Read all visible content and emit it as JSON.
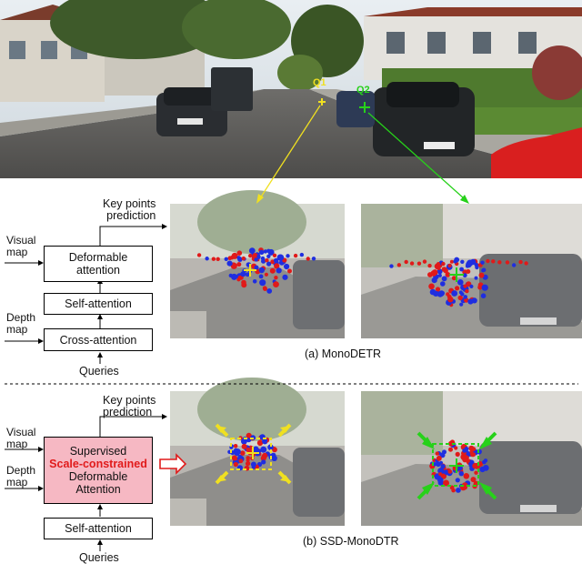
{
  "colors": {
    "q1": "#f0e020",
    "q2": "#27d11a",
    "dot_blue": "#1f2ee0",
    "dot_red": "#e01a1a",
    "ssd_fill": "#f6b8c3",
    "arrow_red": "#e01a1a"
  },
  "scene": {
    "q1_label": "Q1",
    "q2_label": "Q2"
  },
  "top_diagram": {
    "visual_map": [
      "Visual",
      "map"
    ],
    "depth_map": [
      "Depth",
      "map"
    ],
    "key_points": [
      "Key points",
      "prediction"
    ],
    "deformable": [
      "Deformable",
      "attention"
    ],
    "self_attention": "Self-attention",
    "cross_attention": "Cross-attention",
    "queries": "Queries",
    "caption": "(a) MonoDETR"
  },
  "bottom_diagram": {
    "visual_map": [
      "Visual",
      "map"
    ],
    "depth_map": [
      "Depth",
      "map"
    ],
    "key_points": [
      "Key points",
      "prediction"
    ],
    "ssd_lines": [
      "Supervised",
      "Scale-constrained",
      "Deformable",
      "Attention"
    ],
    "self_attention": "Self-attention",
    "queries": "Queries",
    "caption": "(b) SSD-MonoDTR"
  }
}
